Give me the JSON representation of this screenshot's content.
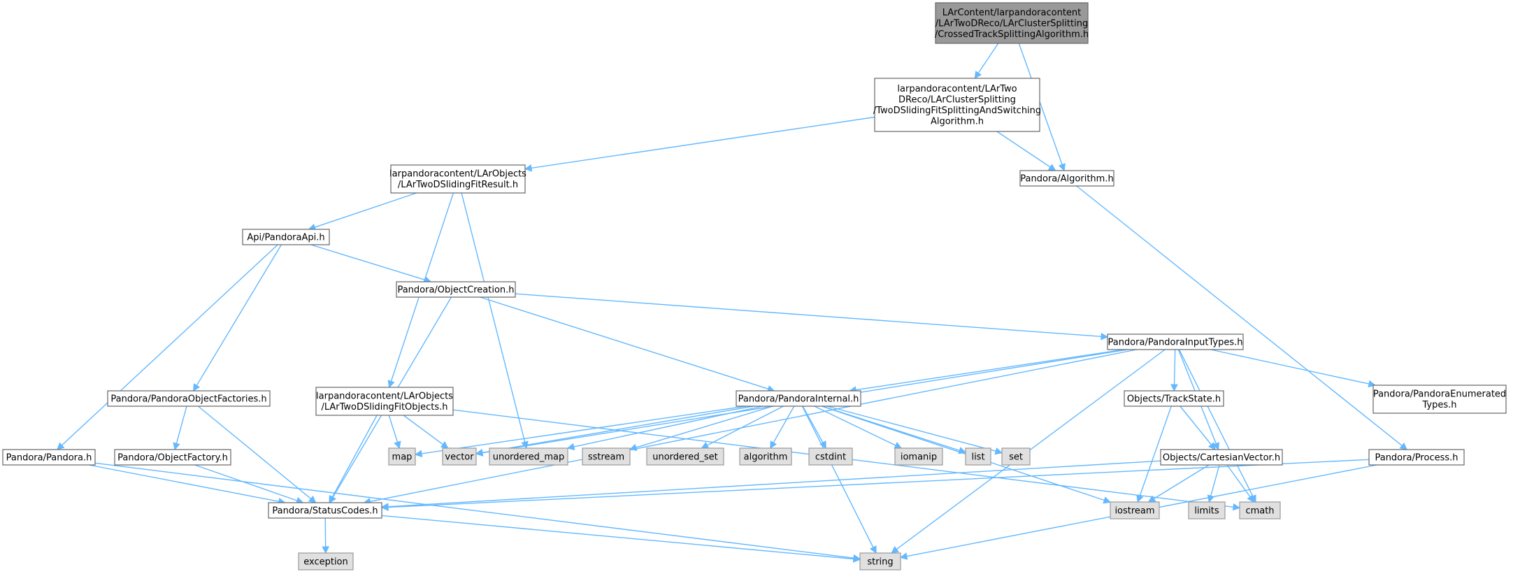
{
  "nodes": [
    {
      "id": "root",
      "kind": "root",
      "lines": [
        "LArContent/larpandoracontent",
        "/LArTwoDReco/LArClusterSplitting",
        "/CrossedTrackSplittingAlgorithm.h"
      ]
    },
    {
      "id": "twoDSwitch",
      "kind": "hdr",
      "lines": [
        "larpandoracontent/LArTwo",
        "DReco/LArClusterSplitting",
        "/TwoDSlidingFitSplittingAndSwitching",
        "Algorithm.h"
      ]
    },
    {
      "id": "algorithm",
      "kind": "hdr",
      "lines": [
        "Pandora/Algorithm.h"
      ]
    },
    {
      "id": "fitResult",
      "kind": "hdr",
      "lines": [
        "larpandoracontent/LArObjects",
        "/LArTwoDSlidingFitResult.h"
      ]
    },
    {
      "id": "pandoraApi",
      "kind": "hdr",
      "lines": [
        "Api/PandoraApi.h"
      ]
    },
    {
      "id": "objectCreation",
      "kind": "hdr",
      "lines": [
        "Pandora/ObjectCreation.h"
      ]
    },
    {
      "id": "inputTypes",
      "kind": "hdr",
      "lines": [
        "Pandora/PandoraInputTypes.h"
      ]
    },
    {
      "id": "objectFactories",
      "kind": "hdr",
      "lines": [
        "Pandora/PandoraObjectFactories.h"
      ]
    },
    {
      "id": "fitObjects",
      "kind": "hdr",
      "lines": [
        "larpandoracontent/LArObjects",
        "/LArTwoDSlidingFitObjects.h"
      ]
    },
    {
      "id": "pandoraInternal",
      "kind": "hdr",
      "lines": [
        "Pandora/PandoraInternal.h"
      ]
    },
    {
      "id": "trackState",
      "kind": "hdr",
      "lines": [
        "Objects/TrackState.h"
      ]
    },
    {
      "id": "enumTypes",
      "kind": "hdr",
      "lines": [
        "Pandora/PandoraEnumerated",
        "Types.h"
      ]
    },
    {
      "id": "pandora",
      "kind": "hdr",
      "lines": [
        "Pandora/Pandora.h"
      ]
    },
    {
      "id": "objectFactory",
      "kind": "hdr",
      "lines": [
        "Pandora/ObjectFactory.h"
      ]
    },
    {
      "id": "cartesian",
      "kind": "hdr",
      "lines": [
        "Objects/CartesianVector.h"
      ]
    },
    {
      "id": "process",
      "kind": "hdr",
      "lines": [
        "Pandora/Process.h"
      ]
    },
    {
      "id": "statusCodes",
      "kind": "hdr",
      "lines": [
        "Pandora/StatusCodes.h"
      ]
    },
    {
      "id": "map",
      "kind": "sys",
      "lines": [
        "map"
      ]
    },
    {
      "id": "vector",
      "kind": "sys",
      "lines": [
        "vector"
      ]
    },
    {
      "id": "unordered_map",
      "kind": "sys",
      "lines": [
        "unordered_map"
      ]
    },
    {
      "id": "sstream",
      "kind": "sys",
      "lines": [
        "sstream"
      ]
    },
    {
      "id": "unordered_set",
      "kind": "sys",
      "lines": [
        "unordered_set"
      ]
    },
    {
      "id": "algorithmStd",
      "kind": "sys",
      "lines": [
        "algorithm"
      ]
    },
    {
      "id": "cstdint",
      "kind": "sys",
      "lines": [
        "cstdint"
      ]
    },
    {
      "id": "iomanip",
      "kind": "sys",
      "lines": [
        "iomanip"
      ]
    },
    {
      "id": "list",
      "kind": "sys",
      "lines": [
        "list"
      ]
    },
    {
      "id": "set",
      "kind": "sys",
      "lines": [
        "set"
      ]
    },
    {
      "id": "iostream",
      "kind": "sys",
      "lines": [
        "iostream"
      ]
    },
    {
      "id": "limits",
      "kind": "sys",
      "lines": [
        "limits"
      ]
    },
    {
      "id": "cmath",
      "kind": "sys",
      "lines": [
        "cmath"
      ]
    },
    {
      "id": "exception",
      "kind": "sys",
      "lines": [
        "exception"
      ]
    },
    {
      "id": "string",
      "kind": "sys",
      "lines": [
        "string"
      ]
    }
  ],
  "edges": [
    {
      "from": "root",
      "to": "twoDSwitch"
    },
    {
      "from": "root",
      "to": "algorithm"
    },
    {
      "from": "twoDSwitch",
      "to": "fitResult"
    },
    {
      "from": "twoDSwitch",
      "to": "algorithm"
    },
    {
      "from": "algorithm",
      "to": "process"
    },
    {
      "from": "fitResult",
      "to": "pandoraApi"
    },
    {
      "from": "fitResult",
      "to": "fitObjects"
    },
    {
      "from": "fitResult",
      "to": "unordered_map"
    },
    {
      "from": "pandoraApi",
      "to": "objectCreation"
    },
    {
      "from": "pandoraApi",
      "to": "objectFactories"
    },
    {
      "from": "pandoraApi",
      "to": "pandora"
    },
    {
      "from": "objectCreation",
      "to": "inputTypes"
    },
    {
      "from": "objectCreation",
      "to": "pandoraInternal"
    },
    {
      "from": "objectCreation",
      "to": "statusCodes"
    },
    {
      "from": "inputTypes",
      "to": "pandoraInternal"
    },
    {
      "from": "inputTypes",
      "to": "trackState"
    },
    {
      "from": "inputTypes",
      "to": "enumTypes"
    },
    {
      "from": "inputTypes",
      "to": "cartesian"
    },
    {
      "from": "inputTypes",
      "to": "vector"
    },
    {
      "from": "inputTypes",
      "to": "statusCodes"
    },
    {
      "from": "inputTypes",
      "to": "cmath"
    },
    {
      "from": "inputTypes",
      "to": "string"
    },
    {
      "from": "objectFactories",
      "to": "objectFactory"
    },
    {
      "from": "objectFactories",
      "to": "statusCodes"
    },
    {
      "from": "objectFactory",
      "to": "statusCodes"
    },
    {
      "from": "pandora",
      "to": "statusCodes"
    },
    {
      "from": "pandora",
      "to": "string"
    },
    {
      "from": "fitObjects",
      "to": "map"
    },
    {
      "from": "fitObjects",
      "to": "vector"
    },
    {
      "from": "fitObjects",
      "to": "statusCodes"
    },
    {
      "from": "fitObjects",
      "to": "cmath"
    },
    {
      "from": "pandoraInternal",
      "to": "map"
    },
    {
      "from": "pandoraInternal",
      "to": "vector"
    },
    {
      "from": "pandoraInternal",
      "to": "unordered_map"
    },
    {
      "from": "pandoraInternal",
      "to": "sstream"
    },
    {
      "from": "pandoraInternal",
      "to": "unordered_set"
    },
    {
      "from": "pandoraInternal",
      "to": "algorithmStd"
    },
    {
      "from": "pandoraInternal",
      "to": "cstdint"
    },
    {
      "from": "pandoraInternal",
      "to": "iomanip"
    },
    {
      "from": "pandoraInternal",
      "to": "list"
    },
    {
      "from": "pandoraInternal",
      "to": "set"
    },
    {
      "from": "pandoraInternal",
      "to": "iostream"
    },
    {
      "from": "pandoraInternal",
      "to": "string"
    },
    {
      "from": "trackState",
      "to": "cartesian"
    },
    {
      "from": "trackState",
      "to": "iostream"
    },
    {
      "from": "cartesian",
      "to": "iostream"
    },
    {
      "from": "cartesian",
      "to": "limits"
    },
    {
      "from": "cartesian",
      "to": "cmath"
    },
    {
      "from": "cartesian",
      "to": "statusCodes"
    },
    {
      "from": "process",
      "to": "statusCodes"
    },
    {
      "from": "process",
      "to": "string"
    },
    {
      "from": "statusCodes",
      "to": "exception"
    },
    {
      "from": "statusCodes",
      "to": "string"
    }
  ]
}
